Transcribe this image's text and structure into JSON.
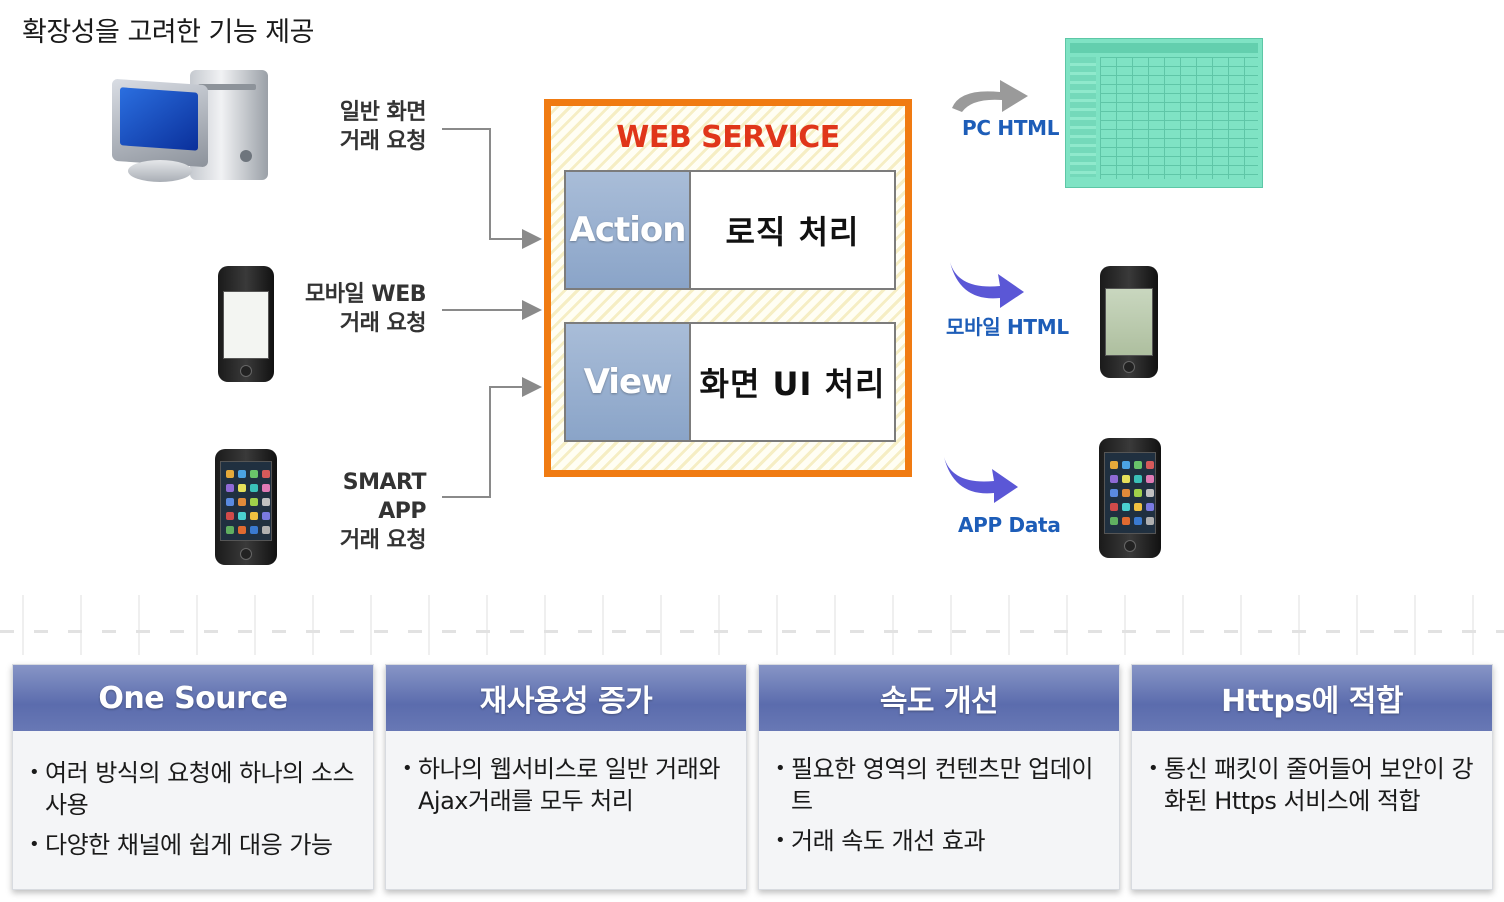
{
  "title": "확장성을 고려한 기능 제공",
  "requests": [
    {
      "line1": "일반 화면",
      "line2": "거래 요청"
    },
    {
      "line1": "모바일 WEB",
      "line2": "거래 요청"
    },
    {
      "line1": "SMART APP",
      "line2": "거래 요청"
    }
  ],
  "web_service": {
    "title": "WEB SERVICE",
    "rows": [
      {
        "left": "Action",
        "right": "로직 처리"
      },
      {
        "left": "View",
        "right": "화면 UI 처리"
      }
    ]
  },
  "outputs": [
    "PC HTML",
    "모바일 HTML",
    "APP Data"
  ],
  "cards": [
    {
      "title": "One Source",
      "bullets": [
        "여러 방식의 요청에 하나의 소스 사용",
        "다양한 채널에 쉽게 대응 가능"
      ]
    },
    {
      "title": "재사용성 증가",
      "bullets": [
        "하나의 웹서비스로 일반 거래와 Ajax거래를 모두 처리"
      ]
    },
    {
      "title": "속도 개선",
      "bullets": [
        "필요한 영역의 컨텐츠만 업데이트",
        "거래 속도 개선 효과"
      ]
    },
    {
      "title": "Https에 적합",
      "bullets": [
        "통신 패킷이 줄어들어 보안이 강화된 Https 서비스에 적합"
      ]
    }
  ],
  "colors": {
    "frame": "#f07b12",
    "title_red": "#e0361a",
    "output_blue": "#1d5db8",
    "card_header": "#5b6cad",
    "arrow_purple": "#5b57d6",
    "arrow_gray": "#9a9a9a"
  },
  "icons": [
    "desktop-pc-icon",
    "mobile-phone-icon",
    "smartphone-apps-icon",
    "curved-arrow-icon"
  ]
}
